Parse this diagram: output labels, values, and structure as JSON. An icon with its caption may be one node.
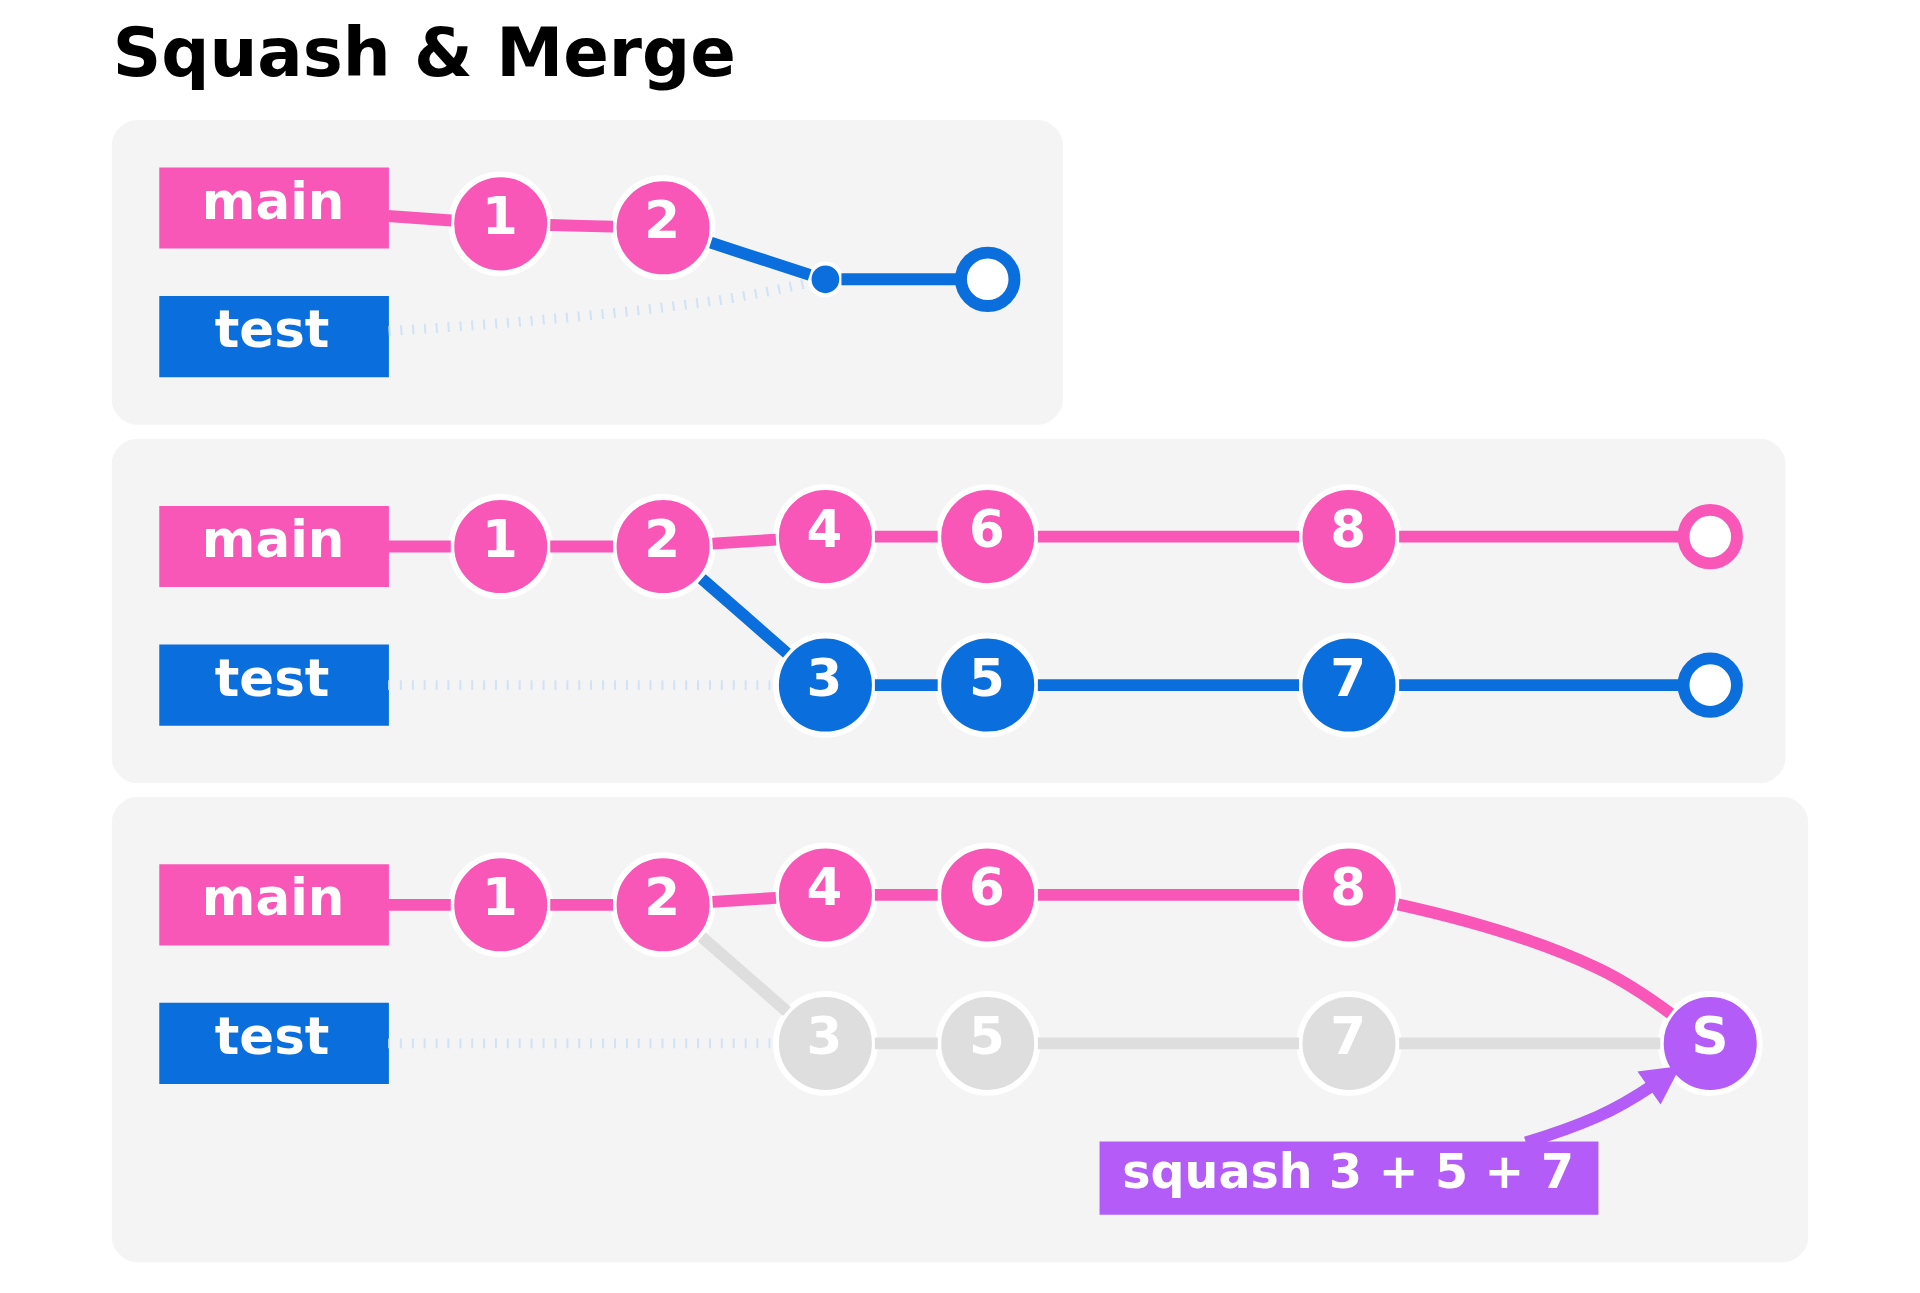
{
  "diagram": {
    "title": "Squash & Merge",
    "nodes": [
      {
        "text": [],
        "shape": "box"
      },
      {
        "text": [
          "main"
        ],
        "in": 0
      },
      {
        "text": [
          "1"
        ],
        "in": 0
      },
      {
        "text": [
          "2"
        ],
        "in": 0
      },
      {
        "text": [
          "test"
        ],
        "in": 0
      },
      {
        "text": [],
        "shape": "circle",
        "in": 0
      },
      {
        "text": [],
        "shape": "circle",
        "in": 0
      },
      {
        "text": [],
        "shape": "box"
      },
      {
        "text": [
          "main"
        ],
        "in": 7
      },
      {
        "text": [
          "1"
        ],
        "in": 7
      },
      {
        "text": [
          "2"
        ],
        "in": 7
      },
      {
        "text": [
          "4"
        ],
        "in": 7
      },
      {
        "text": [
          "6"
        ],
        "in": 7
      },
      {
        "text": [
          "8"
        ],
        "in": 7
      },
      {
        "text": [],
        "shape": "circle",
        "in": 7
      },
      {
        "text": [
          "test"
        ],
        "in": 7
      },
      {
        "text": [
          "3"
        ],
        "in": 7
      },
      {
        "text": [
          "5"
        ],
        "in": 7
      },
      {
        "text": [
          "7"
        ],
        "in": 7
      },
      {
        "text": [],
        "shape": "circle",
        "in": 7
      },
      {
        "text": [],
        "shape": "box"
      },
      {
        "text": [
          "main"
        ],
        "in": 20
      },
      {
        "text": [
          "1"
        ],
        "in": 20
      },
      {
        "text": [
          "2"
        ],
        "in": 20
      },
      {
        "text": [
          "4"
        ],
        "in": 20
      },
      {
        "text": [
          "6"
        ],
        "in": 20
      },
      {
        "text": [
          "8"
        ],
        "in": 20
      },
      {
        "text": [
          "S"
        ],
        "in": 20
      },
      {
        "text": [
          "test"
        ],
        "in": 20
      },
      {
        "text": [
          "3"
        ],
        "in": 20
      },
      {
        "text": [
          "5"
        ],
        "in": 20
      },
      {
        "text": [
          "7"
        ],
        "in": 20
      },
      {
        "text": [
          "squash 3 + 5 + 7"
        ],
        "in": 20
      }
    ],
    "edges": [
      {
        "from": 1,
        "to": 2,
        "arrow": "none"
      },
      {
        "from": 2,
        "to": 3,
        "arrow": "none"
      },
      {
        "from": 3,
        "to": 5,
        "arrow": "none",
        "color": "#0a6fdc"
      },
      {
        "from": 4,
        "to": 5,
        "arrow": "none",
        "style": "dashed",
        "color": "#cfe2f7"
      },
      {
        "from": 5,
        "to": 6,
        "arrow": "none",
        "color": "#0a6fdc"
      },
      {
        "from": 8,
        "to": 9,
        "arrow": "none"
      },
      {
        "from": 9,
        "to": 10,
        "arrow": "none"
      },
      {
        "from": 10,
        "to": 11,
        "arrow": "none"
      },
      {
        "from": 11,
        "to": 12,
        "arrow": "none"
      },
      {
        "from": 12,
        "to": 13,
        "arrow": "none"
      },
      {
        "from": 13,
        "to": 14,
        "arrow": "none"
      },
      {
        "from": 10,
        "to": 16,
        "arrow": "none",
        "color": "#0a6fdc"
      },
      {
        "from": 15,
        "to": 16,
        "arrow": "none",
        "style": "dashed",
        "color": "#cfe2f7"
      },
      {
        "from": 16,
        "to": 17,
        "arrow": "none",
        "color": "#0a6fdc"
      },
      {
        "from": 17,
        "to": 18,
        "arrow": "none",
        "color": "#0a6fdc"
      },
      {
        "from": 18,
        "to": 19,
        "arrow": "none",
        "color": "#0a6fdc"
      },
      {
        "from": 21,
        "to": 22,
        "arrow": "none"
      },
      {
        "from": 22,
        "to": 23,
        "arrow": "none"
      },
      {
        "from": 23,
        "to": 24,
        "arrow": "none"
      },
      {
        "from": 24,
        "to": 25,
        "arrow": "none"
      },
      {
        "from": 25,
        "to": 26,
        "arrow": "none"
      },
      {
        "from": 26,
        "to": 27,
        "arrow": "none"
      },
      {
        "from": 23,
        "to": 29,
        "arrow": "none",
        "color": "#dedede"
      },
      {
        "from": 28,
        "to": 29,
        "arrow": "none",
        "style": "dashed",
        "color": "#cfe2f7"
      },
      {
        "from": 29,
        "to": 30,
        "arrow": "none",
        "color": "#dedede"
      },
      {
        "from": 30,
        "to": 31,
        "arrow": "none",
        "color": "#dedede"
      },
      {
        "from": 31,
        "to": 27,
        "arrow": "none",
        "color": "#dedede"
      },
      {
        "from": 32,
        "to": 27,
        "arrow": "to",
        "color": "#b35cf7"
      }
    ]
  }
}
